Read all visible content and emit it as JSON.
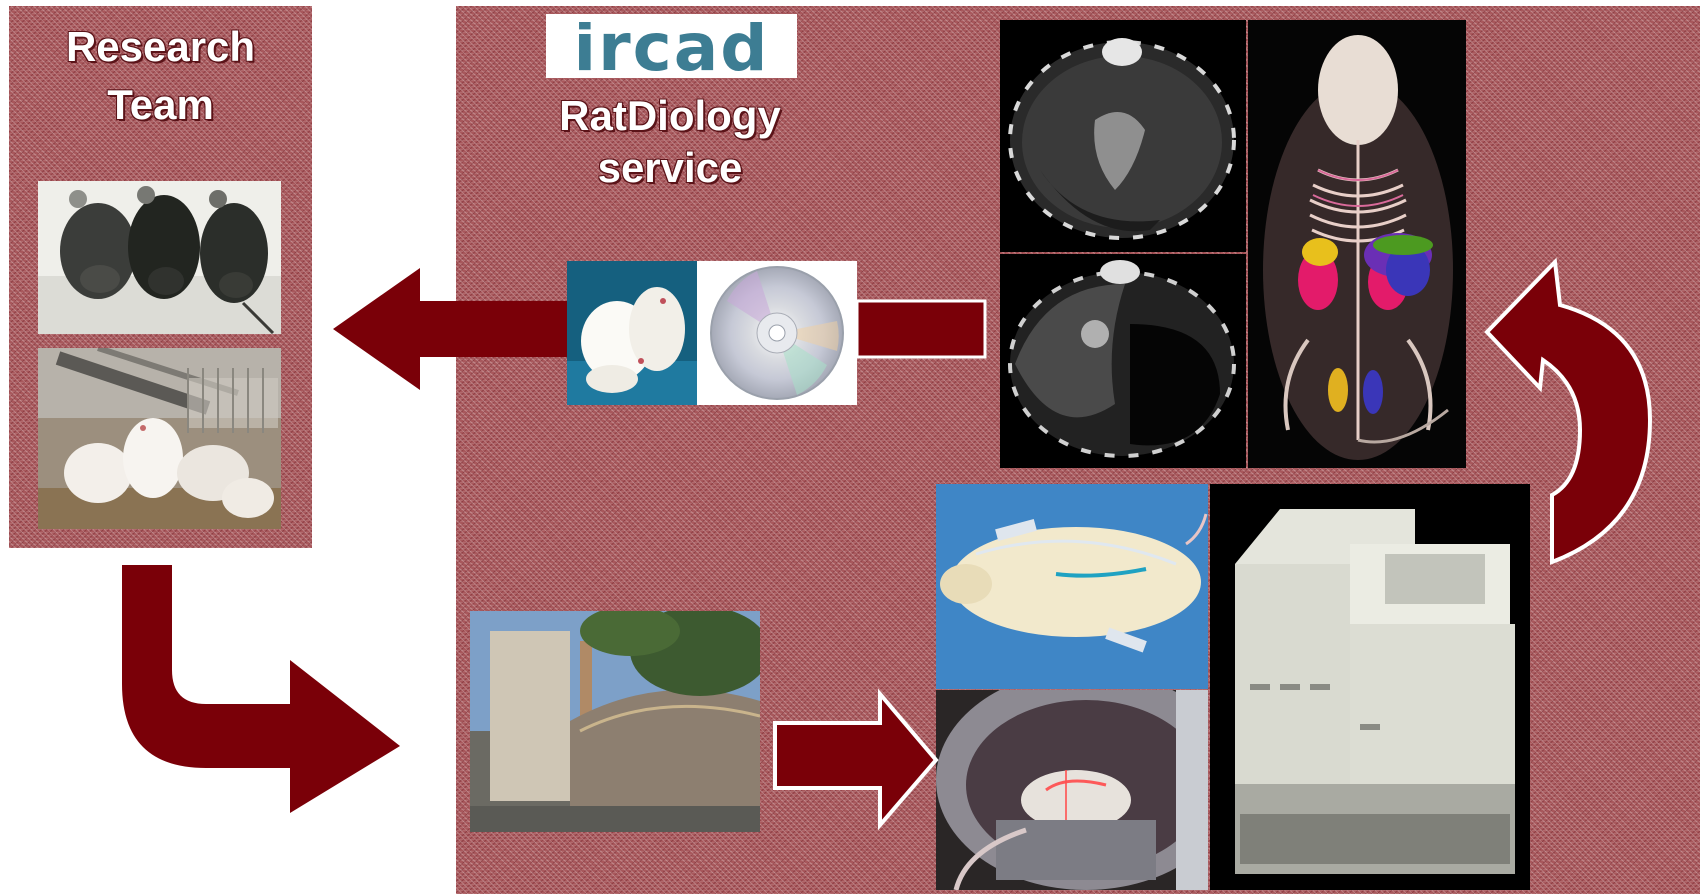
{
  "team": {
    "title_line1": "Research",
    "title_line2": "Team"
  },
  "service": {
    "logo": "ircad",
    "title_line1": "RatDiology",
    "title_line2": "service"
  },
  "colors": {
    "panel": "#a8585c",
    "arrow": "#7a0008",
    "arrow_outline": "#ffffff",
    "logo": "#3d7d93"
  },
  "images": [
    "black-mice-photo",
    "white-mice-cage-photo",
    "white-rats-photo",
    "cd-disc-icon",
    "ct-scan-slice-upper",
    "ct-scan-slice-lower",
    "rat-3d-skeleton-render",
    "ircad-building-photo",
    "anesthetized-rat-photo",
    "rat-in-scanner-photo",
    "micro-ct-scanner-photo"
  ]
}
